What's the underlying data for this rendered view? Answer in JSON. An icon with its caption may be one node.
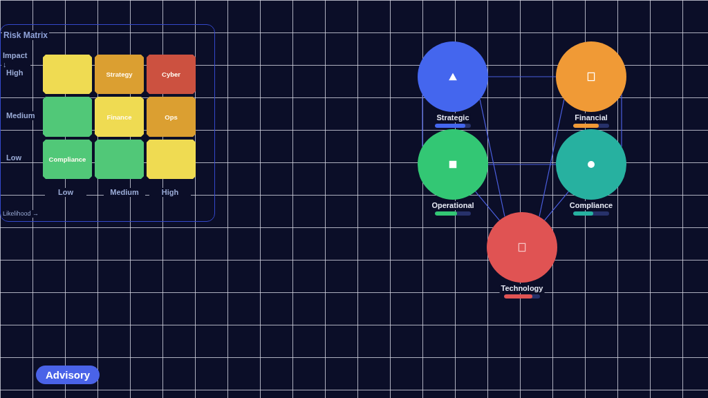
{
  "diagram": {
    "nodes": [
      {
        "text": [
          "Risk Matrix"
        ]
      },
      {
        "text": [],
        "shape": "box",
        "in": 0
      },
      {
        "text": [
          "Strategy"
        ],
        "in": 0
      },
      {
        "text": [
          "Cyber"
        ],
        "in": 0
      },
      {
        "text": [],
        "shape": "box",
        "in": 0
      },
      {
        "text": [
          "Finance"
        ],
        "in": 0
      },
      {
        "text": [
          "Ops"
        ],
        "in": 0
      },
      {
        "text": [
          "Compliance"
        ],
        "in": 0
      },
      {
        "text": [],
        "shape": "box",
        "in": 0
      },
      {
        "text": [],
        "shape": "box",
        "in": 0
      },
      {
        "text": [
          "Strategic"
        ]
      },
      {
        "text": [
          "Financial"
        ]
      },
      {
        "text": [
          "Operational"
        ]
      },
      {
        "text": [
          "Compliance"
        ]
      },
      {
        "text": [
          "Technology"
        ]
      },
      {
        "text": [
          "Advisory"
        ]
      }
    ],
    "edges": [
      {
        "from": 10,
        "to": 11,
        "arrow": "none"
      },
      {
        "from": 10,
        "to": 12,
        "arrow": "none"
      },
      {
        "from": 10,
        "to": 14,
        "arrow": "none"
      },
      {
        "from": 11,
        "to": 13,
        "arrow": "none"
      },
      {
        "from": 11,
        "to": 14,
        "arrow": "none"
      },
      {
        "from": 12,
        "to": 13,
        "arrow": "none"
      },
      {
        "from": 12,
        "to": 14,
        "arrow": "none"
      },
      {
        "from": 13,
        "to": 14,
        "arrow": "none"
      }
    ],
    "labels": [
      "Impact ↓",
      "High",
      "Medium",
      "Low",
      "Low",
      "Medium",
      "High",
      "Likelihood →"
    ]
  }
}
